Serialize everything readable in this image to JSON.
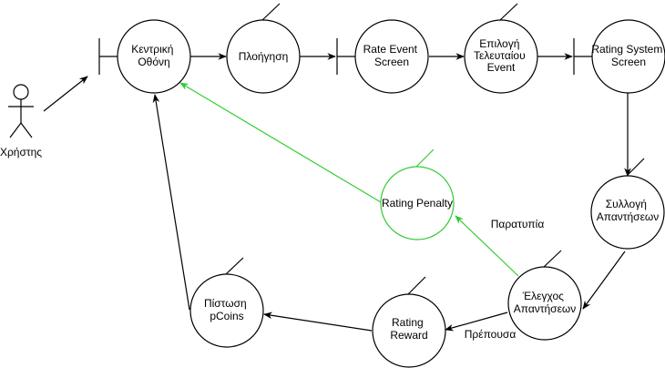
{
  "colors": {
    "default": "#000000",
    "penalty": "#33CC33"
  },
  "actor": {
    "label": "Χρήστης"
  },
  "nodes": {
    "kentriki": {
      "lines": [
        "Κεντρική",
        "Οθόνη"
      ],
      "kind": "boundary"
    },
    "ploigisi": {
      "lines": [
        "Πλοήγηση"
      ],
      "kind": "control"
    },
    "rate_event": {
      "lines": [
        "Rate Event",
        "Screen"
      ],
      "kind": "boundary"
    },
    "epilogi": {
      "lines": [
        "Επιλογή",
        "Τελευταίου",
        "Event"
      ],
      "kind": "control"
    },
    "rating_system": {
      "lines": [
        "Rating System",
        "Screen"
      ],
      "kind": "boundary"
    },
    "syllogi": {
      "lines": [
        "Συλλογή",
        "Απαντήσεων"
      ],
      "kind": "control"
    },
    "elegxos": {
      "lines": [
        "Έλεγχος",
        "Απαντήσεων"
      ],
      "kind": "control"
    },
    "penalty": {
      "lines": [
        "Rating Penalty"
      ],
      "kind": "control",
      "highlight": true
    },
    "reward": {
      "lines": [
        "Rating",
        "Reward"
      ],
      "kind": "control"
    },
    "pistosi": {
      "lines": [
        "Πίστωση",
        "pCoins"
      ],
      "kind": "control"
    }
  },
  "edge_labels": {
    "paratypia": "Παρατυπία",
    "prepousa": "Πρέπουσα"
  }
}
